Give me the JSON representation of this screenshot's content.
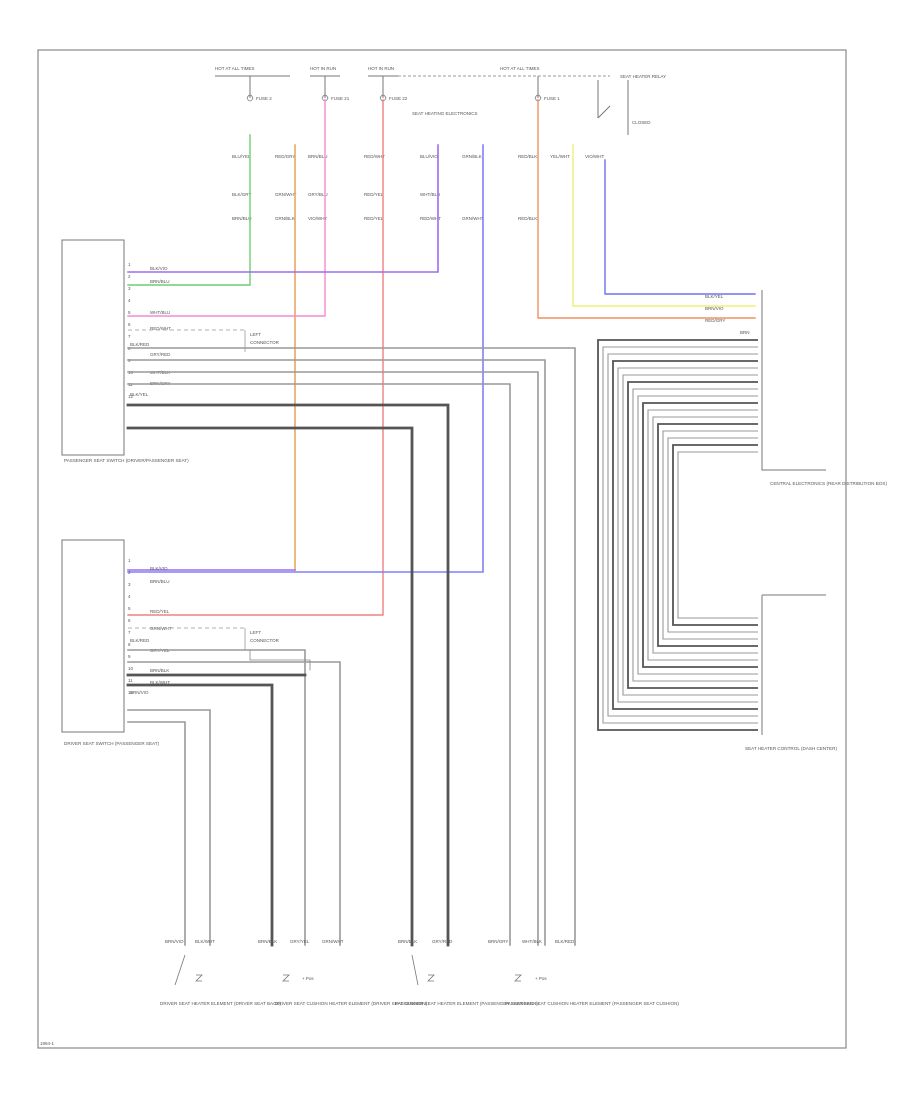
{
  "top_fuse_labels": [
    "HOT AT ALL TIMES",
    "HOT IN RUN",
    "HOT IN RUN",
    "HOT AT ALL TIMES",
    "SEAT HEATER RELAY"
  ],
  "relay_label": "SEAT HEATING ELECTRONICS",
  "connector_labels": [
    "BLU/YEL",
    "RED/GRY",
    "BRN/BLU",
    "RED/WHT",
    "BLU/VIO",
    "GRN/BLK",
    "RED/BLK",
    "YEL/WHT",
    "VIO/WHT",
    "BLK/GRY",
    "GRN/WHT",
    "GRY/BLU",
    "RED/YEL",
    "WHT/BLU"
  ],
  "wire_labels": {
    "left_top": [
      "BLK/VIO",
      "BRN/BLU",
      "WHT/BLU",
      "RED/WHT",
      "BLK/RED",
      "GRY/RED",
      "WHT/BLK",
      "BRN/GRY",
      "BLK/YEL"
    ],
    "left_bottom": [
      "BLK/VIO",
      "BRN/BLU",
      "RED/YEL",
      "GRN/WHT",
      "BLK/RED",
      "GRY/YEL",
      "BRN/BLK",
      "BLK/WHT",
      "BRN/VIO"
    ],
    "right": [
      "BLK/YEL",
      "BRN/VIO",
      "RED/GRY",
      "BRN"
    ]
  },
  "components": {
    "drivers_seat_module": "PASSENGER SEAT SWITCH (DRIVER/PASSENGER SEAT)",
    "passenger_seat_module": "DRIVER SEAT SWITCH (PASSENGER SEAT)",
    "relay_box": "CENTRAL ELECTRONICS (REAR DISTRIBUTION BOX)",
    "heater_control": "SEAT HEATER CONTROL (DASH CENTER)",
    "heater_1": "DRIVER SEAT HEATER ELEMENT (DRIVER SEAT BACK)",
    "heater_2": "DRIVER SEAT CUSHION HEATER ELEMENT (DRIVER SEAT CUSHION)",
    "heater_3": "PASSENGER SEAT HEATER ELEMENT (PASSENGER SEAT BACK)",
    "heater_4": "PASSENGER SEAT CUSHION HEATER ELEMENT (PASSENGER SEAT CUSHION)"
  },
  "page_ref": "1994-1"
}
